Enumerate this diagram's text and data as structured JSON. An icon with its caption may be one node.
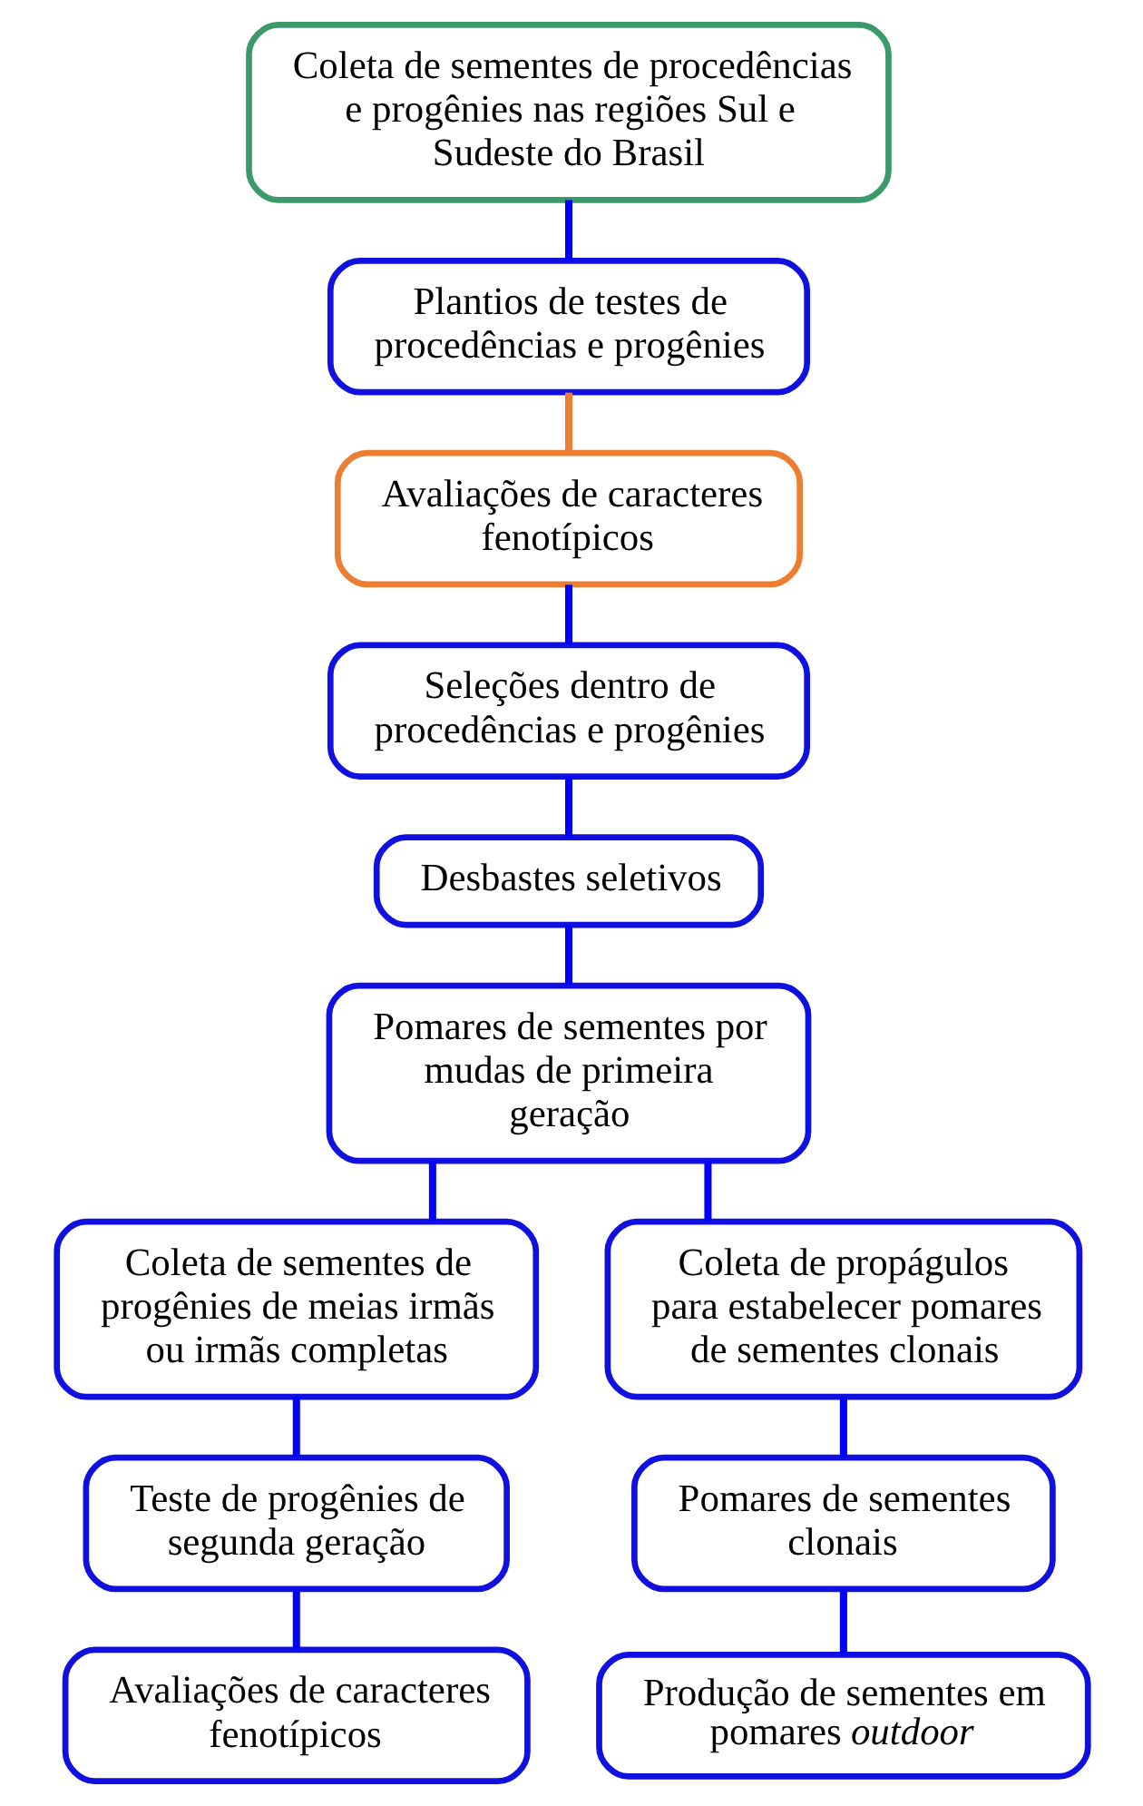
{
  "diagram": {
    "nodes": [
      {
        "text": [
          "Coleta de sementes de procedências e progênies nas regiões Sul e Sudeste do Brasil"
        ]
      },
      {
        "text": [
          "Plantios de testes de procedências e progênies"
        ]
      },
      {
        "text": [
          "Avaliações de caracteres fenotípicos"
        ]
      },
      {
        "text": [
          "Seleções dentro de procedências e progênies"
        ]
      },
      {
        "text": [
          "Desbastes seletivos"
        ]
      },
      {
        "text": [
          "Pomares de sementes por mudas de primeira geração"
        ]
      },
      {
        "text": [
          "Coleta de sementes de progênies de meias irmãs ou irmãs completas"
        ]
      },
      {
        "text": [
          "Coleta de propágulos para estabelecer pomares de sementes clonais"
        ]
      },
      {
        "text": [
          "Teste de progênies de segunda geração"
        ]
      },
      {
        "text": [
          "Pomares de sementes clonais"
        ]
      },
      {
        "text": [
          "Avaliações de caracteres fenotípicos"
        ]
      },
      {
        "text": [
          "Produção de sementes em pomares *outdoor*"
        ]
      }
    ],
    "edges": [
      {
        "from": 0,
        "to": 1,
        "arrow": "none"
      },
      {
        "from": 1,
        "to": 2,
        "arrow": "none",
        "color": "#ed7d31"
      },
      {
        "from": 2,
        "to": 3,
        "arrow": "none"
      },
      {
        "from": 3,
        "to": 4,
        "arrow": "none"
      },
      {
        "from": 4,
        "to": 5,
        "arrow": "none"
      },
      {
        "from": 5,
        "to": 6,
        "arrow": "none"
      },
      {
        "from": 5,
        "to": 7,
        "arrow": "none"
      },
      {
        "from": 6,
        "to": 8,
        "arrow": "none"
      },
      {
        "from": 7,
        "to": 9,
        "arrow": "none"
      },
      {
        "from": 8,
        "to": 10,
        "arrow": "none"
      },
      {
        "from": 9,
        "to": 11,
        "arrow": "none"
      }
    ]
  }
}
